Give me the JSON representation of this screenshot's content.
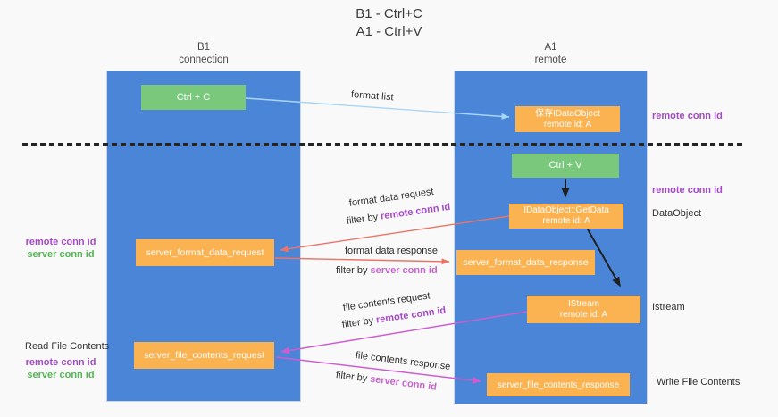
{
  "title": {
    "line1": "B1 - Ctrl+C",
    "line2": "A1 - Ctrl+V"
  },
  "columns": {
    "left": {
      "name": "B1",
      "role": "connection"
    },
    "right": {
      "name": "A1",
      "role": "remote"
    }
  },
  "boxes": {
    "ctrl_c": {
      "label": "Ctrl + C"
    },
    "ctrl_v": {
      "label": "Ctrl + V"
    },
    "saved_dataobject": {
      "line1": "保存IDataObject",
      "line2": "remote id: A"
    },
    "getdata": {
      "line1": "IDataObject::GetData",
      "line2": "remote id: A"
    },
    "istream": {
      "line1": "IStream",
      "line2": "remote id: A"
    },
    "server_format_data_request": {
      "label": "server_format_data_request"
    },
    "server_format_data_response": {
      "label": "server_format_data_response"
    },
    "server_file_contents_request": {
      "label": "server_file_contents_request"
    },
    "server_file_contents_response": {
      "label": "server_file_contents_response"
    }
  },
  "side_labels": {
    "remote_conn_id": "remote conn id",
    "server_conn_id": "server conn id",
    "dataobject": "DataObject",
    "istream": "Istream",
    "read_file_contents": "Read File Contents",
    "write_file_contents": "Write File Contents"
  },
  "arrow_labels": {
    "format_list": "format list",
    "format_data_request": "format data request",
    "format_data_response": "format data response",
    "file_contents_request": "file contents request",
    "file_contents_response": "file contents response",
    "filter_by": "filter by"
  },
  "colors": {
    "column_blue": "#4b85d7",
    "box_orange": "#fbb251",
    "box_green": "#79c87c",
    "arrow_light_blue": "#a9d6f5",
    "arrow_red": "#e87568",
    "arrow_magenta": "#cd5ecf",
    "arrow_black": "#1f1f1f",
    "text_purple": "#a54ac6",
    "text_orchid": "#c466cb",
    "text_green": "#55b555"
  }
}
